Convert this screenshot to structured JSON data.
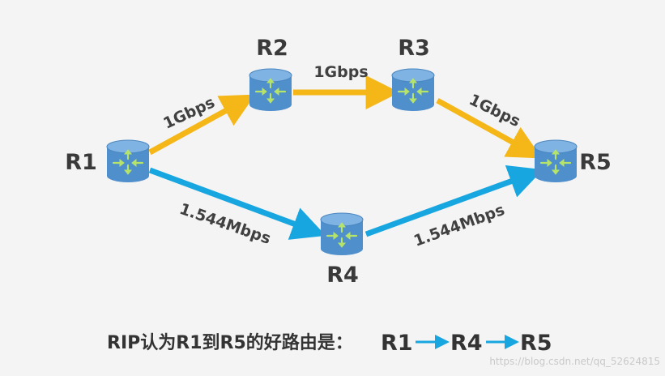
{
  "colors": {
    "fast_link": "#F5B617",
    "slow_link": "#18A6E0",
    "router_body": "#4F8FCB",
    "router_top": "#7FB3E3",
    "router_arrows": "#B6E36A",
    "caption_arrow": "#18A6E0"
  },
  "routers": {
    "r1": {
      "label": "R1",
      "icon": "router-icon"
    },
    "r2": {
      "label": "R2",
      "icon": "router-icon"
    },
    "r3": {
      "label": "R3",
      "icon": "router-icon"
    },
    "r4": {
      "label": "R4",
      "icon": "router-icon"
    },
    "r5": {
      "label": "R5",
      "icon": "router-icon"
    }
  },
  "links": {
    "r1_r2": "1Gbps",
    "r2_r3": "1Gbps",
    "r3_r5": "1Gbps",
    "r1_r4": "1.544Mbps",
    "r4_r5": "1.544Mbps"
  },
  "caption": {
    "prefix": "RIP认为R1到R5的好路由是：",
    "path": [
      "R1",
      "R4",
      "R5"
    ]
  },
  "watermark": "https://blog.csdn.net/qq_52624815"
}
